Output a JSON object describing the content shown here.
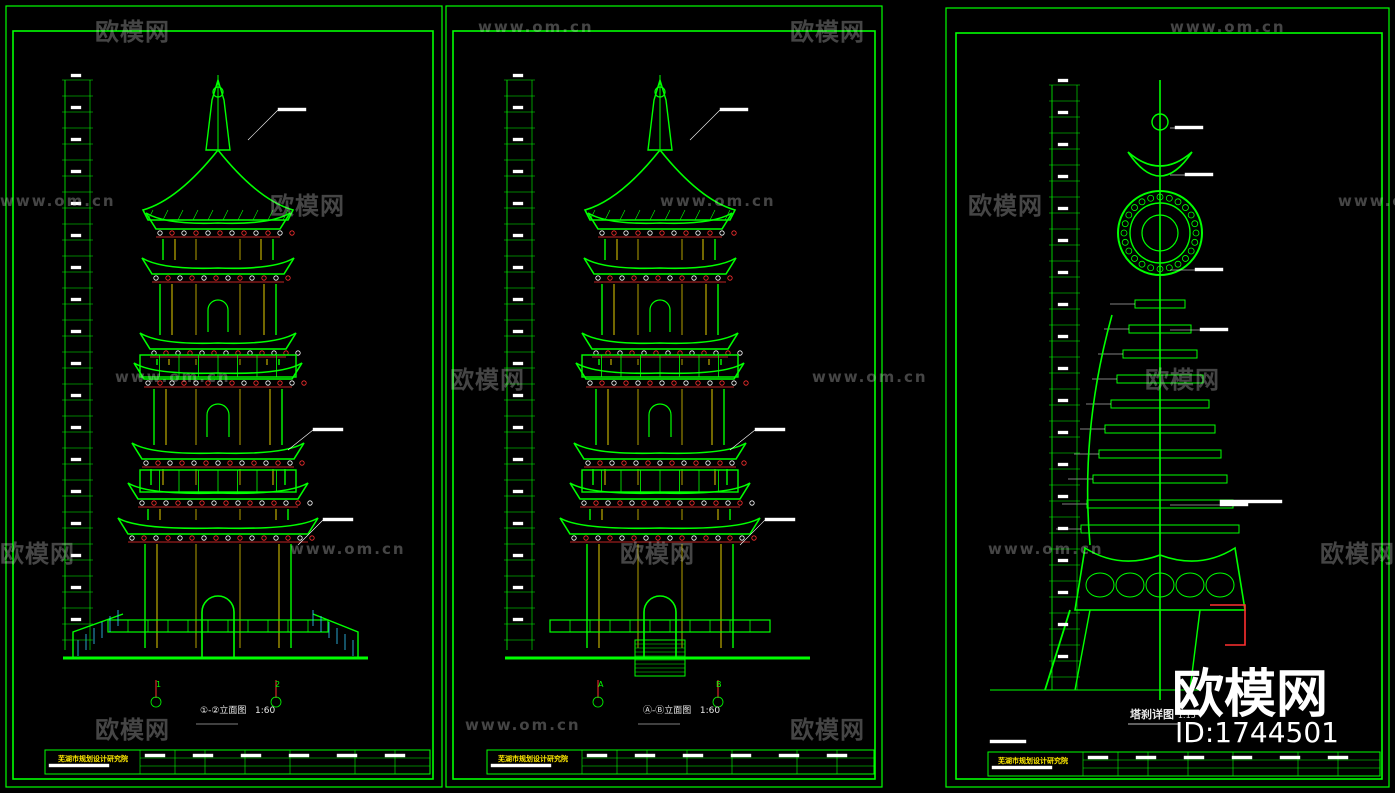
{
  "watermarks": {
    "brand": "欧模网",
    "url": "www.om.cn"
  },
  "sheets": [
    {
      "drawing_title": "①-②立面图",
      "scale": "1:60",
      "axis_labels": [
        "1",
        "2"
      ]
    },
    {
      "drawing_title": "Ⓐ-Ⓑ立面图",
      "scale": "1:60",
      "axis_labels": [
        "A",
        "B"
      ]
    },
    {
      "drawing_title": "塔刹详图",
      "scale": "1:15"
    }
  ],
  "title_block": {
    "organization": "芜湖市规划设计研究院"
  },
  "brand_overlay": {
    "logo_text": "欧模网",
    "id_text": "ID:1744501"
  },
  "colors": {
    "background": "#000000",
    "frame": "#00ff00",
    "structure": "#00ff00",
    "accent_yellow": "#ffe600",
    "accent_red": "#ff3030",
    "white": "#ffffff"
  }
}
